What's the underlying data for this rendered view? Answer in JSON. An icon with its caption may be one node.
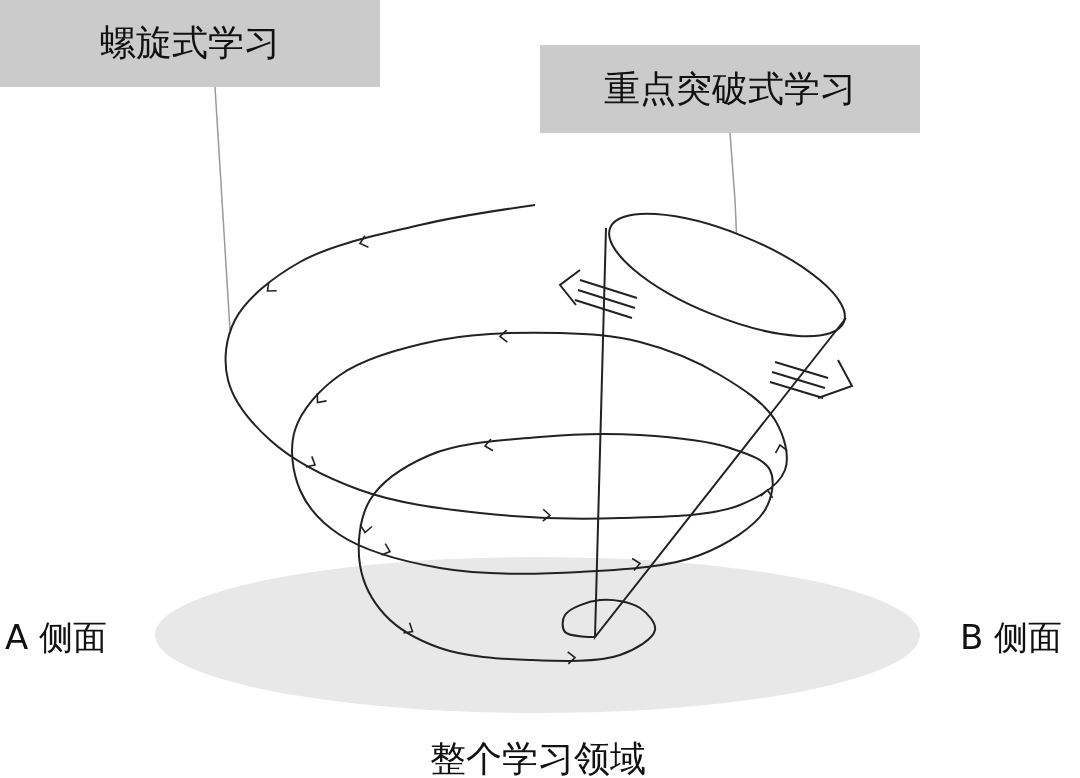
{
  "diagram": {
    "nodes": [
      {
        "text": [
          "螺旋式学习"
        ]
      },
      {
        "text": [
          "重点突破式学习"
        ]
      },
      {
        "text": [],
        "shape": "spiral"
      },
      {
        "text": [],
        "shape": "cone"
      },
      {
        "text": [
          "整个学习领域"
        ],
        "beside": [
          "A 侧面",
          "B 侧面"
        ]
      }
    ],
    "edges": [
      {
        "from": 0,
        "to": 2,
        "arrow": "none"
      },
      {
        "from": 1,
        "to": 3,
        "arrow": "none"
      }
    ]
  }
}
